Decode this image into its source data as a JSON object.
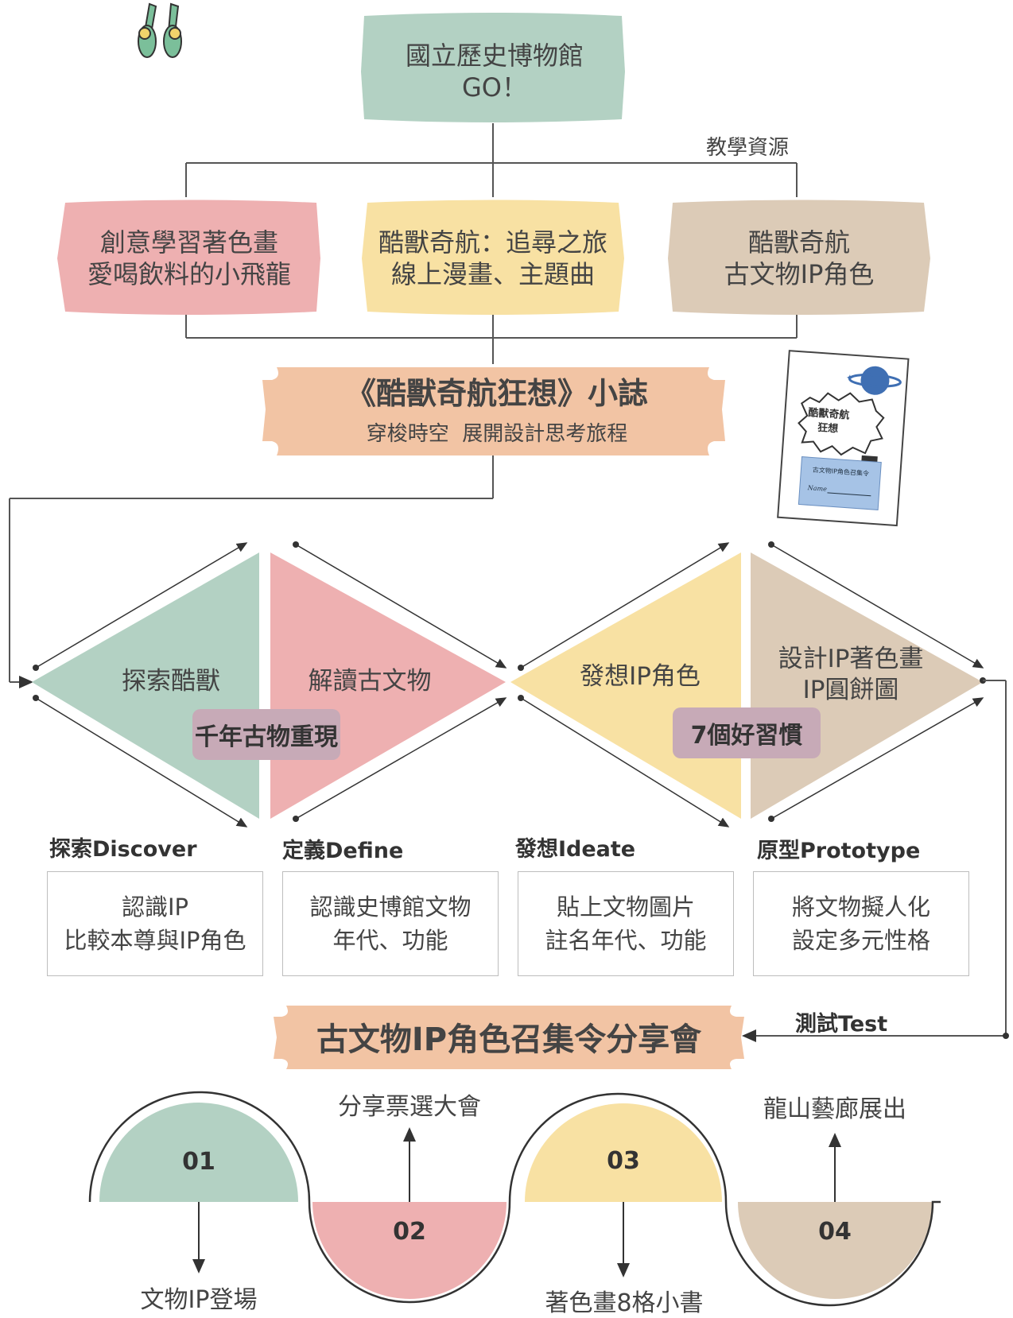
{
  "top": {
    "line1": "國立歷史博物館",
    "line2": "GO！"
  },
  "resource_label": "教學資源",
  "resources": [
    {
      "line1": "創意學習著色畫",
      "line2": "愛喝飲料的小飛龍",
      "color": "#eeb0b1"
    },
    {
      "line1": "酷獸奇航：追尋之旅",
      "line2": "線上漫畫、主題曲",
      "color": "#f8e1a3"
    },
    {
      "line1": "酷獸奇航",
      "line2": "古文物IP角色",
      "color": "#dccbb7"
    }
  ],
  "zine": {
    "title": "《酷獸奇航狂想》小誌",
    "subtitle": "穿梭時空  展開設計思考旅程",
    "color": "#f2c4a4"
  },
  "booklet": {
    "title_line1": "酷獸奇航",
    "title_line2": "狂想",
    "card": "古文物IP角色召集令",
    "name": "Name"
  },
  "diamonds": [
    {
      "label": "探索酷獸",
      "color": "#b3d1c3"
    },
    {
      "label": "解讀古文物",
      "color": "#eeb0b1"
    },
    {
      "label": "發想IP角色",
      "color": "#f8e1a3"
    },
    {
      "label_line1": "設計IP著色畫",
      "label_line2": "IP圓餅圖",
      "color": "#dccbb7"
    }
  ],
  "tags": [
    "千年古物重現",
    "7個好習慣"
  ],
  "phases": [
    {
      "title": "探索Discover",
      "line1": "認識IP",
      "line2": "比較本尊與IP角色"
    },
    {
      "title": "定義Define",
      "line1": "認識史博館文物",
      "line2": "年代、功能"
    },
    {
      "title": "發想Ideate",
      "line1": "貼上文物圖片",
      "line2": "註名年代、功能"
    },
    {
      "title": "原型Prototype",
      "line1": "將文物擬人化",
      "line2": "設定多元性格"
    }
  ],
  "test_label": "測試Test",
  "share_title": "古文物IP角色召集令分享會",
  "timeline": [
    {
      "num": "01",
      "label": "文物IP登場",
      "color": "#b3d1c3"
    },
    {
      "num": "02",
      "label": "分享票選大會",
      "color": "#eeb0b1"
    },
    {
      "num": "03",
      "label": "著色畫8格小書",
      "color": "#f8e1a3"
    },
    {
      "num": "04",
      "label": "龍山藝廊展出",
      "color": "#dccbb7"
    }
  ]
}
